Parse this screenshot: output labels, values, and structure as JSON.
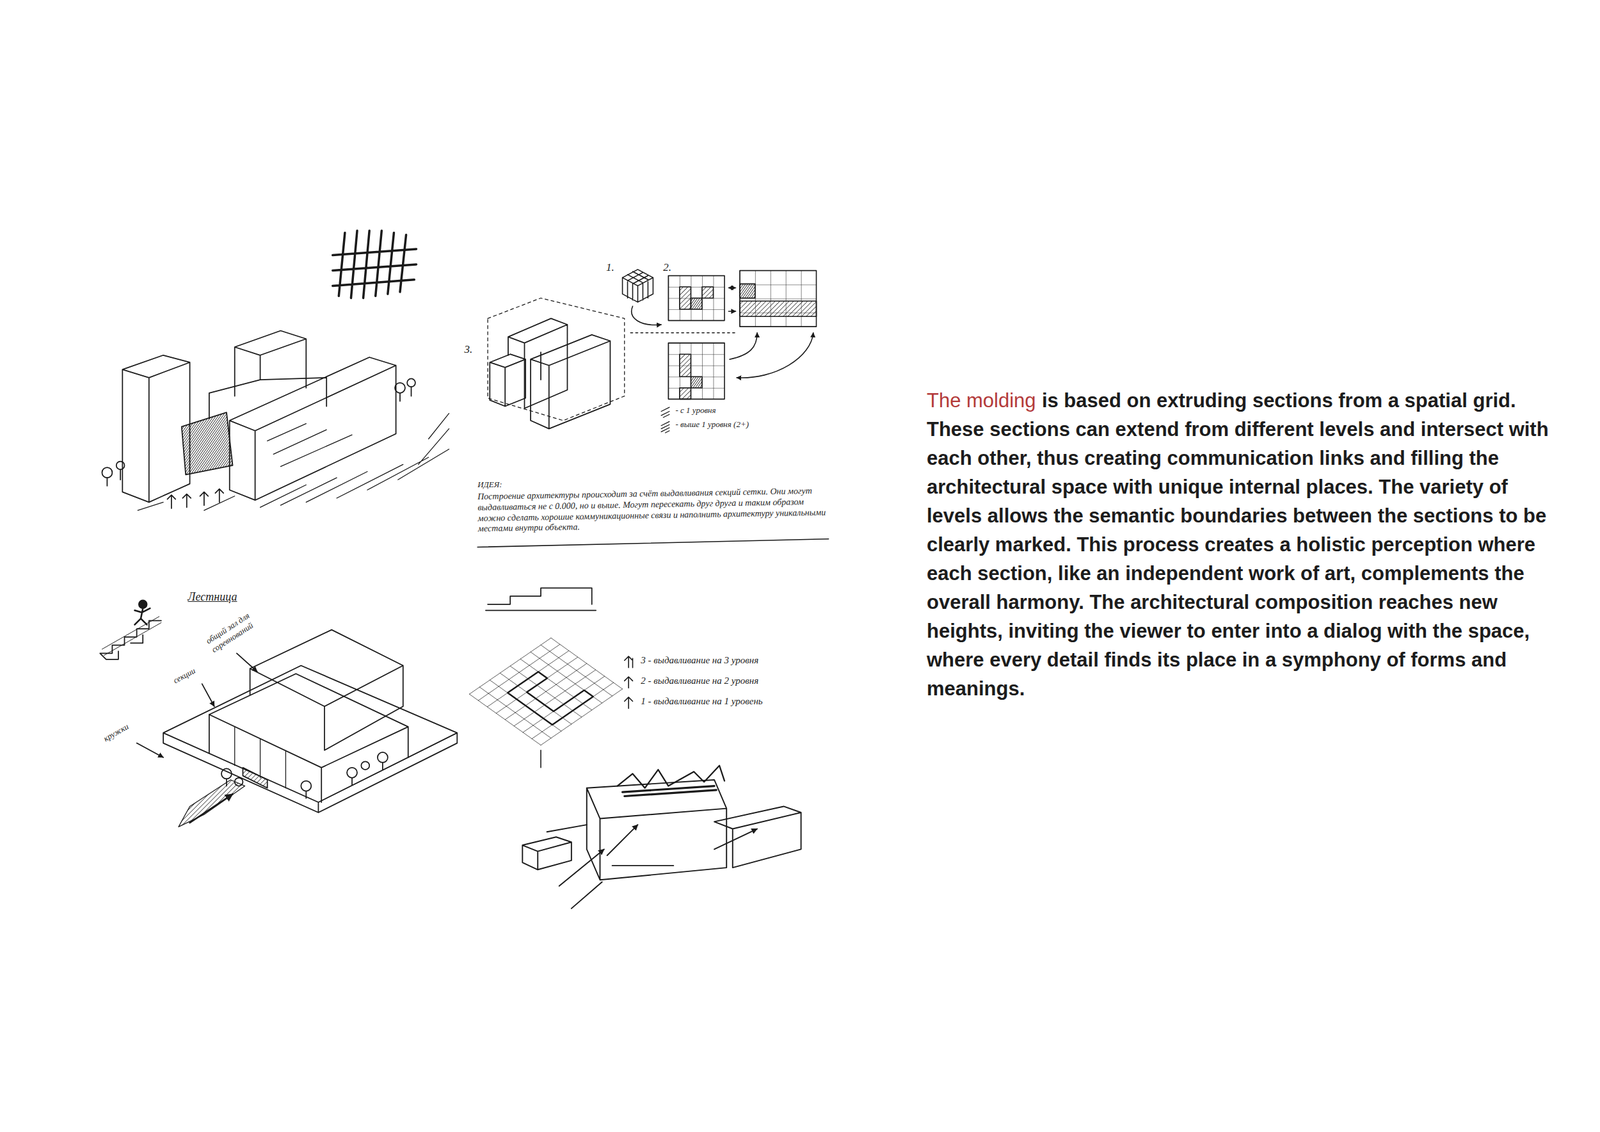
{
  "diagram": {
    "labels": [
      "1.",
      "2.",
      "3.",
      "- с 1 уровня",
      "- выше 1 уровня (2+)",
      "ИДЕЯ:",
      "Построение архитектуры происходит за счёт выдавливания секций сетки. Они могут выдавливаться не с 0.000, но и выше. Могут пересекать друг друга и таким образом можно сделать хорошие коммуникационные связи и наполнить архитектуру уникальными местами внутри объекта.",
      "Лестница",
      "общий зал для соревнований",
      "секции",
      "кружки",
      "3 - выдавливание на 3 уровня",
      "2 - выдавливание на 2 уровня",
      "1 - выдавливание на 1 уровень",
      "The molding",
      "is based on extruding sections from a spatial grid. These sections can extend from different levels and intersect with each other, thus creating communication links and filling the architectural space with unique internal places. The variety of levels allows the semantic boundaries between the sections to be clearly marked. This process creates a holistic perception where each section, like an independent work of art, complements the overall harmony. The architectural composition reaches new heights, inviting the viewer to enter into a dialog with the space, where every detail finds its place in a symphony of forms and meanings."
    ]
  }
}
